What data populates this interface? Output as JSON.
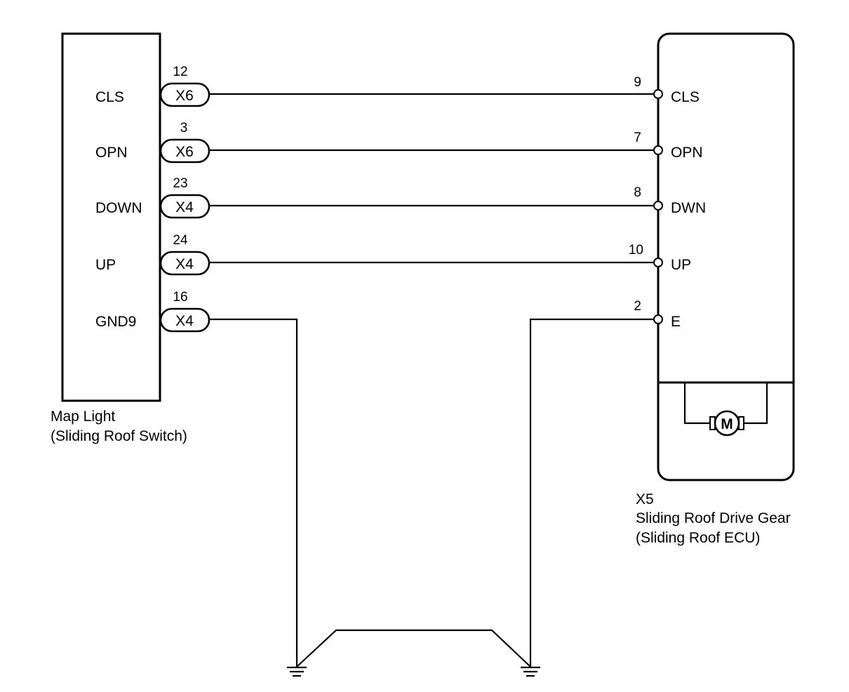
{
  "left_component": {
    "name_line1": "Map Light",
    "name_line2": "(Sliding Roof Switch)",
    "terminals": [
      {
        "label": "CLS",
        "pin": "12",
        "connector": "X6"
      },
      {
        "label": "OPN",
        "pin": "3",
        "connector": "X6"
      },
      {
        "label": "DOWN",
        "pin": "23",
        "connector": "X4"
      },
      {
        "label": "UP",
        "pin": "24",
        "connector": "X4"
      },
      {
        "label": "GND9",
        "pin": "16",
        "connector": "X4"
      }
    ]
  },
  "right_component": {
    "connector": "X5",
    "name_line1": "Sliding Roof Drive Gear",
    "name_line2": "(Sliding Roof ECU)",
    "motor_symbol": "M",
    "terminals": [
      {
        "label": "CLS",
        "pin": "9"
      },
      {
        "label": "OPN",
        "pin": "7"
      },
      {
        "label": "DWN",
        "pin": "8"
      },
      {
        "label": "UP",
        "pin": "10"
      },
      {
        "label": "E",
        "pin": "2"
      }
    ]
  },
  "icons": [
    "ground-icon",
    "motor-icon",
    "connector-pill-icon",
    "terminal-pin-icon"
  ]
}
